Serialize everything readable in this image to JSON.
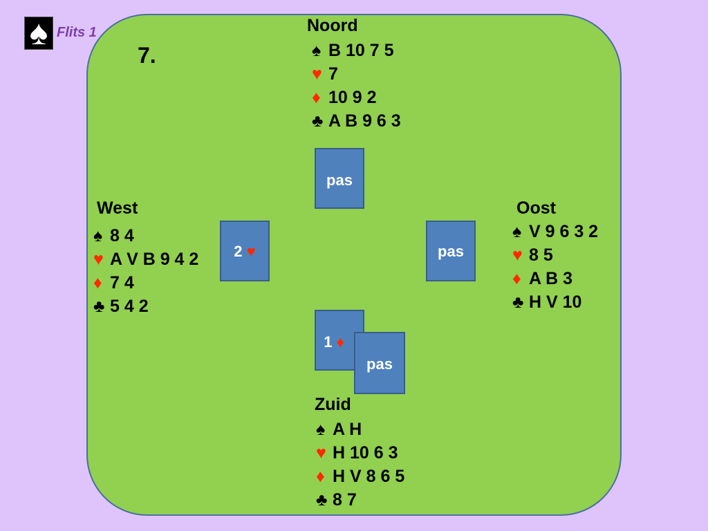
{
  "brand": {
    "text": "Flits 1",
    "logo_icon": "spade-icon"
  },
  "board_number": "7.",
  "suits": {
    "spade": "♠",
    "heart": "♥",
    "diamond": "♦",
    "club": "♣",
    "colors": {
      "black": "#000000",
      "red": "#ff2a00"
    }
  },
  "north": {
    "name": "Noord",
    "spades": "B 10 7 5",
    "hearts": "7",
    "diamonds": "10 9 2",
    "clubs": "A B 9 6 3"
  },
  "west": {
    "name": "West",
    "spades": "8 4",
    "hearts": "A V B 9 4 2",
    "diamonds": "7 4",
    "clubs": "5 4 2"
  },
  "east": {
    "name": "Oost",
    "spades": "V 9 6 3 2",
    "hearts": "8 5",
    "diamonds": "A B 3",
    "clubs": "H V 10"
  },
  "south": {
    "name": "Zuid",
    "spades": "A H",
    "hearts": "H 10 6 3",
    "diamonds": "H V 8 6 5",
    "clubs": "8 7"
  },
  "bids": {
    "north": {
      "text": "pas"
    },
    "west": {
      "level": "2",
      "suit": "♥"
    },
    "east": {
      "text": "pas"
    },
    "south_first": {
      "level": "1",
      "suit": "♦"
    },
    "south_second": {
      "text": "pas"
    }
  },
  "colors": {
    "background": "#dfc4fb",
    "table": "#92d050",
    "bid_card": "#4f81bd",
    "brand": "#7b3fa8"
  }
}
